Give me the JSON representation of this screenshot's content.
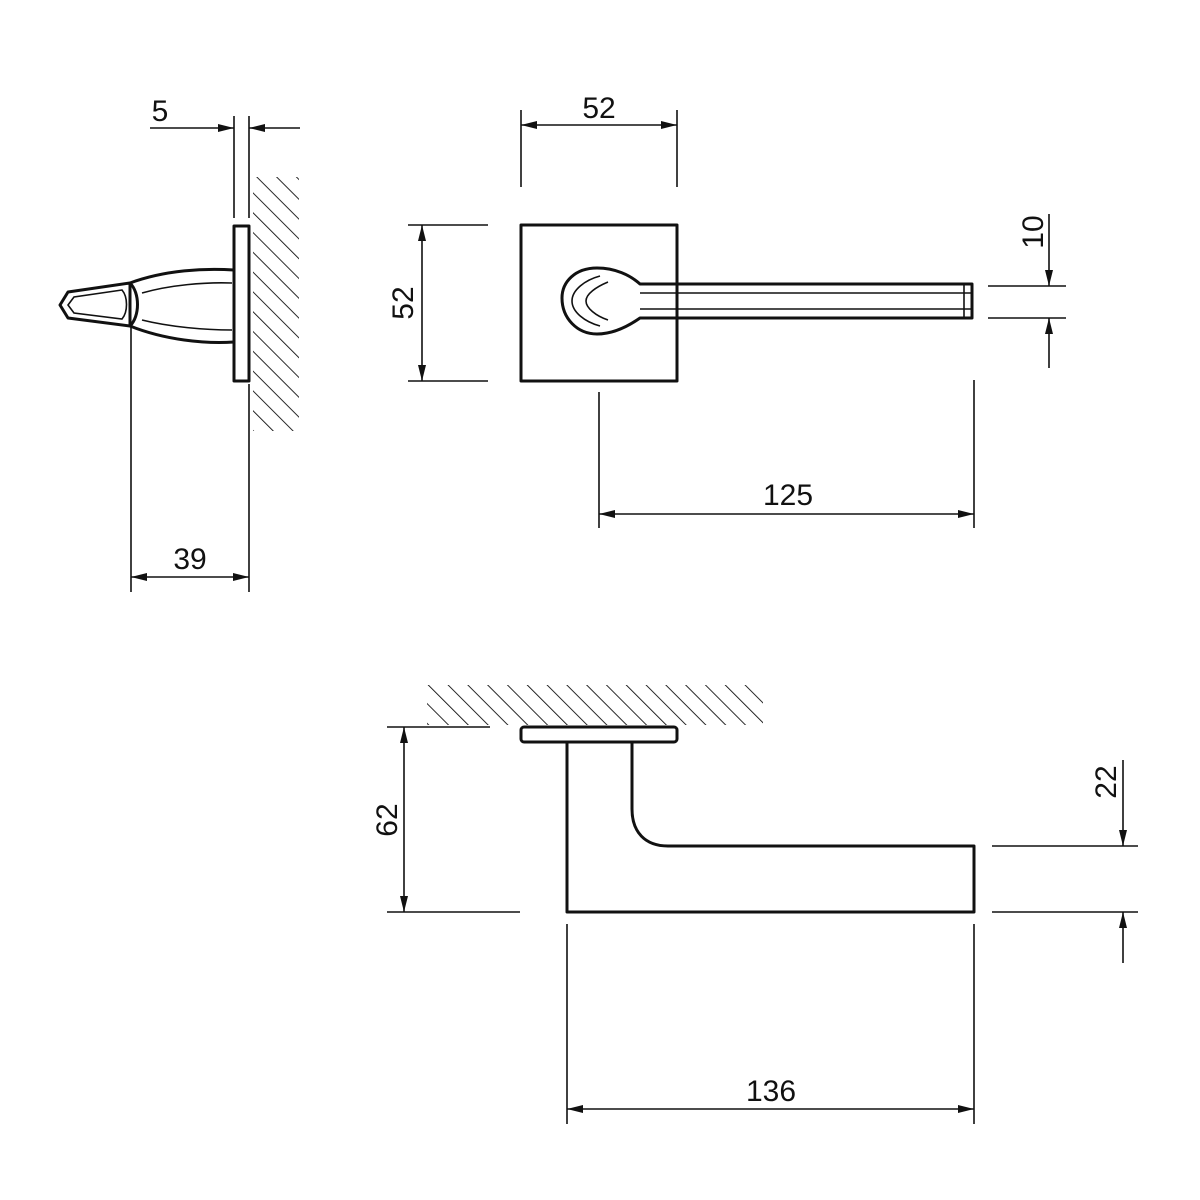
{
  "diagram": {
    "dimensions": {
      "rose_thickness": "5",
      "side_projection": "39",
      "rose_width": "52",
      "rose_height": "52",
      "lever_length": "125",
      "lever_width": "10",
      "overall_height": "62",
      "lever_thickness": "22",
      "overall_length": "136"
    }
  }
}
